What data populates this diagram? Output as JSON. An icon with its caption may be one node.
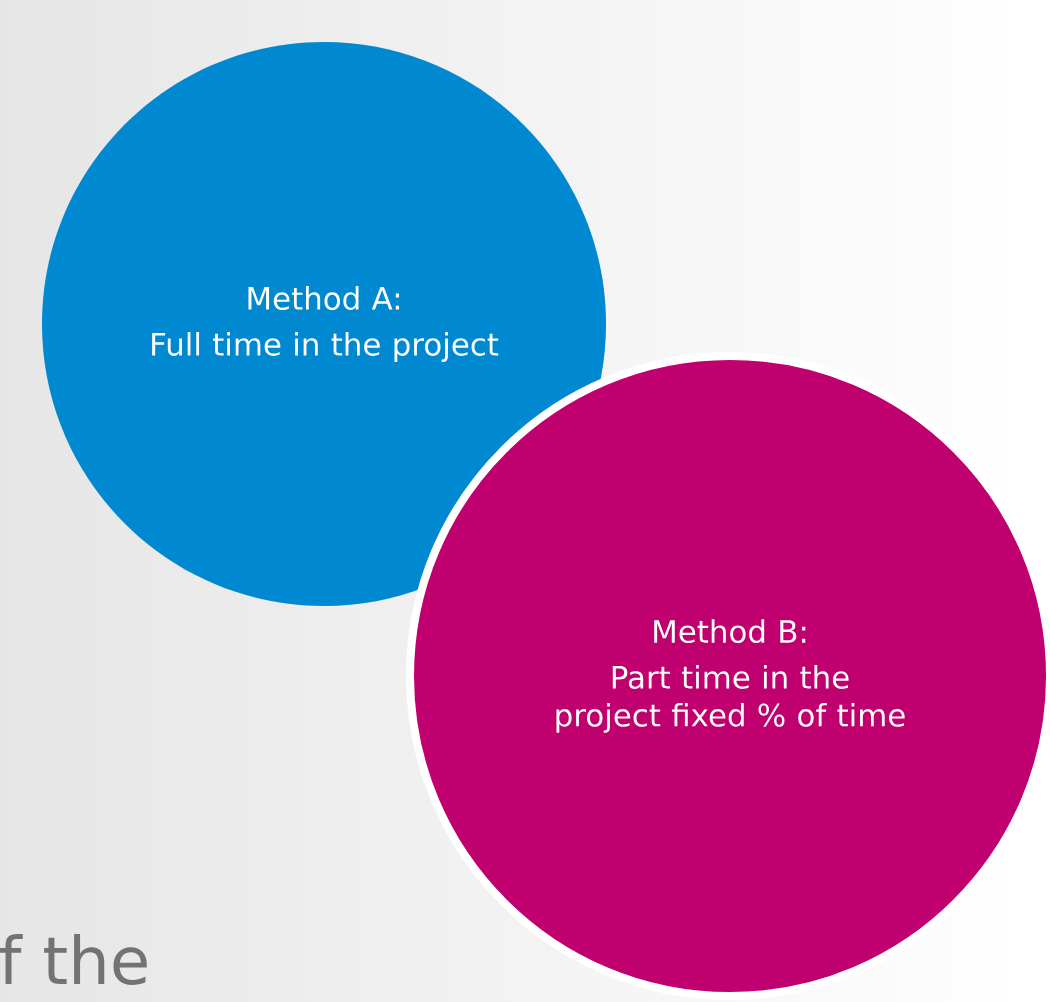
{
  "diagram": {
    "nodes": [
      {
        "text": [
          "Method A:",
          "Full time in the project"
        ]
      },
      {
        "text": [
          "Method B:",
          "Part time in the project fixed % of time"
        ]
      }
    ],
    "labels": [
      "f the"
    ]
  }
}
